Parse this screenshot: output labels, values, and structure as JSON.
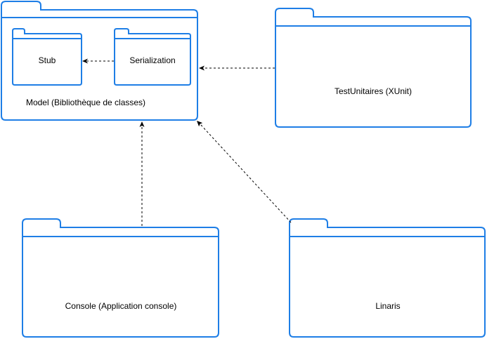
{
  "colors": {
    "package_stroke": "#1e7ee6",
    "dependency_line": "#000000",
    "background": "#ffffff"
  },
  "packages": {
    "model": {
      "label": "Model (Bibliothèque de classes)"
    },
    "stub": {
      "label": "Stub"
    },
    "serialization": {
      "label": "Serialization"
    },
    "tests": {
      "label": "TestUnitaires (XUnit)"
    },
    "console": {
      "label": "Console (Application console)"
    },
    "linaris": {
      "label": "Linaris"
    }
  },
  "dependencies": [
    {
      "from": "serialization",
      "to": "stub",
      "style": "dashed"
    },
    {
      "from": "tests",
      "to": "model",
      "style": "dashed"
    },
    {
      "from": "console",
      "to": "model",
      "style": "dashed"
    },
    {
      "from": "linaris",
      "to": "model",
      "style": "dashed"
    }
  ]
}
